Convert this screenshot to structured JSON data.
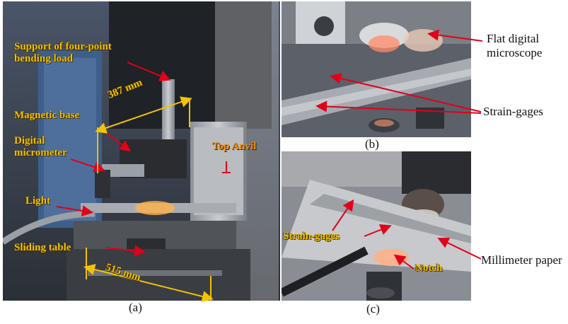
{
  "figure": {
    "captions": {
      "a": "(a)",
      "b": "(b)",
      "c": "(c)"
    },
    "panel_a": {
      "support_label": "Support of four-point bending load",
      "dim_387": "387 mm",
      "magnetic_base": "Magnetic base",
      "digital_micrometer": "Digital micrometer",
      "top_anvil": "Top Anvil",
      "light": "Light",
      "sliding_table": "Sliding table",
      "dim_515": "515 mm"
    },
    "panel_b": {
      "flat_microscope": "Flat digital microscope",
      "strain_gages": "Strain-gages"
    },
    "panel_c": {
      "strain_gages": "Strain-gages",
      "notch": "Notch",
      "millimeter_paper": "Millimeter paper"
    }
  },
  "colors": {
    "label_yellow": "#f3c400",
    "label_orange": "#f08a00",
    "arrow_red": "#e0001a",
    "dimension_yellow": "#f3c400"
  }
}
